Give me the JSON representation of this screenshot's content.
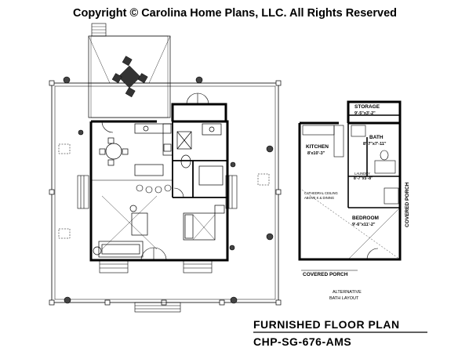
{
  "copyright": "Copyright © Carolina Home Plans, LLC. All Rights Reserved",
  "main_plan": {
    "rooms": []
  },
  "alt_plan": {
    "storage": {
      "name": "STORAGE",
      "dims": "9'-5\"x3'-2\""
    },
    "bath": {
      "name": "BATH",
      "dims": "8'-7\"x7'-11\""
    },
    "kitchen": {
      "name": "KITCHEN",
      "dims": "8'x10'-3\""
    },
    "laundry": {
      "name": "LAUNDRY",
      "dims": "8'-7\"x5'-8\""
    },
    "bedroom": {
      "name": "BEDROOM",
      "dims": "9'-6\"x11'-2\""
    },
    "ceiling_note": [
      "CATHEDRAL CEILING",
      "ABOVE K & DINING"
    ],
    "side_label": "COVERED PORCH",
    "bottom_label": "COVERED PORCH",
    "caption": [
      "ALTERNATIVE",
      "BATH LAYOUT"
    ]
  },
  "title": {
    "line1": "FURNISHED FLOOR PLAN",
    "line2": "CHP-SG-676-AMS"
  }
}
